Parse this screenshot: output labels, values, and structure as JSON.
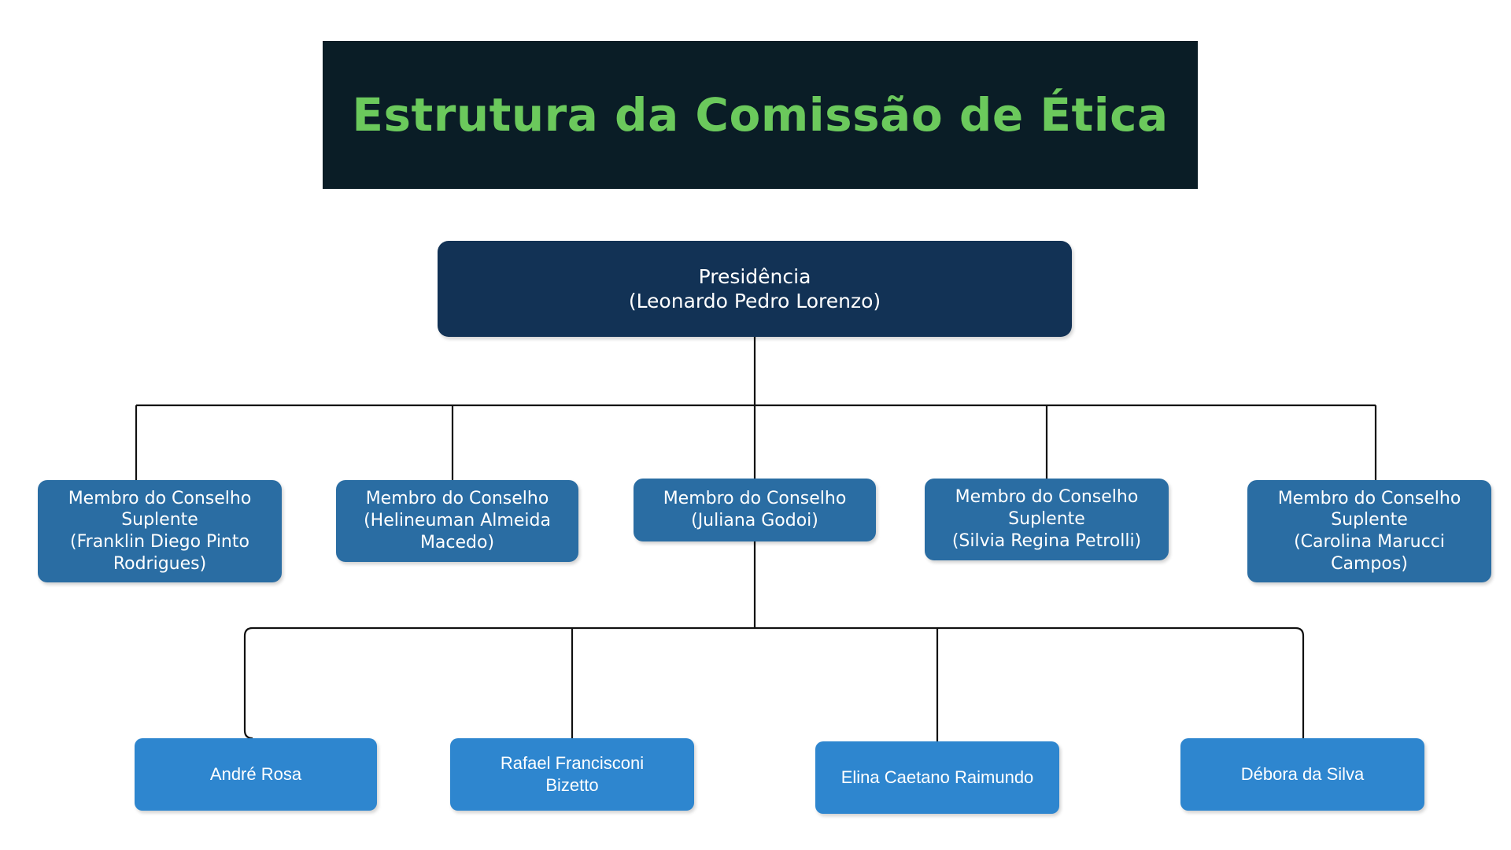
{
  "header": {
    "title": "Estrutura da Comissão de Ética",
    "banner_bg": "#0a1d26",
    "title_color": "#6bc95c"
  },
  "palette": {
    "root_box": "#123255",
    "level2_box": "#2a6da3",
    "level3_box": "#2e86cf",
    "connector_line": "#111111",
    "text": "#ffffff",
    "page_bg": "#ffffff"
  },
  "chart_data": {
    "type": "diagram",
    "subtype": "org-chart",
    "title": "Estrutura da Comissão de Ética",
    "levels": 3,
    "root": {
      "role": "Presidência",
      "person": "(Leonardo Pedro Lorenzo)"
    },
    "level2": [
      {
        "role": "Membro do Conselho",
        "qualifier": "Suplente",
        "person": "(Franklin Diego Pinto Rodrigues)"
      },
      {
        "role": "Membro do Conselho",
        "qualifier": "",
        "person": "(Helineuman Almeida Macedo)"
      },
      {
        "role": "Membro do Conselho",
        "qualifier": "",
        "person": "(Juliana Godoi)"
      },
      {
        "role": "Membro do Conselho",
        "qualifier": "Suplente",
        "person": "(Silvia Regina Petrolli)"
      },
      {
        "role": "Membro do Conselho",
        "qualifier": "Suplente",
        "person": "(Carolina Marucci Campos)"
      }
    ],
    "level3_parent": "(Juliana Godoi)",
    "level3": [
      {
        "person": "André Rosa"
      },
      {
        "person": "Rafael Francisconi Bizetto"
      },
      {
        "person": "Elina Caetano Raimundo"
      },
      {
        "person": "Débora da Silva"
      }
    ]
  },
  "nodes": {
    "root": {
      "line1": "Presidência",
      "line2": "(Leonardo Pedro Lorenzo)"
    },
    "member1": {
      "line1": "Membro do Conselho",
      "line2": "Suplente",
      "line3": "(Franklin Diego Pinto",
      "line4": "Rodrigues)"
    },
    "member2": {
      "line1": "Membro do Conselho",
      "line2": "(Helineuman Almeida",
      "line3": "Macedo)"
    },
    "member3": {
      "line1": "Membro do Conselho",
      "line2": "(Juliana Godoi)"
    },
    "member4": {
      "line1": "Membro do Conselho",
      "line2": "Suplente",
      "line3": "(Silvia Regina Petrolli)"
    },
    "member5": {
      "line1": "Membro do Conselho",
      "line2": "Suplente",
      "line3": "(Carolina Marucci",
      "line4": "Campos)"
    },
    "leaf1": {
      "line1": "André Rosa"
    },
    "leaf2": {
      "line1": "Rafael Francisconi",
      "line2": "Bizetto"
    },
    "leaf3": {
      "line1": "Elina Caetano Raimundo"
    },
    "leaf4": {
      "line1": "Débora da Silva"
    }
  }
}
